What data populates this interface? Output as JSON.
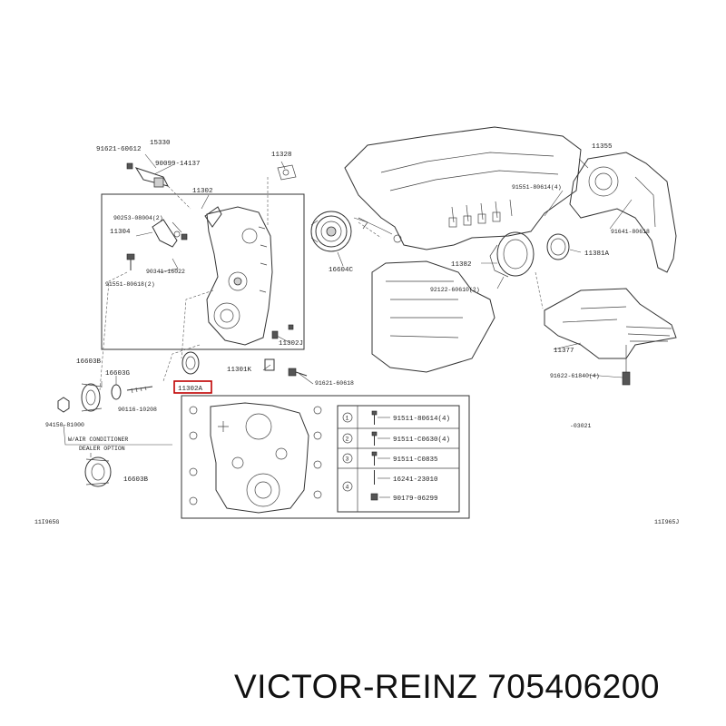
{
  "brand_caption": "VICTOR-REINZ 705406200",
  "highlighted_part": "11302A",
  "labels": {
    "p91621_60612": "91621-60612",
    "p15330": "15330",
    "p90099_14137": "90099-14137",
    "p11328": "11328",
    "p11302": "11302",
    "p90253_08004": "90253-08004(2)",
    "p11304": "11304",
    "p90341_16022": "90341-16022",
    "p91551_80618": "91551-80618(2)",
    "p11302J": "11302J",
    "p16603B_top": "16603B",
    "p16603G": "16603G",
    "p11301K": "11301K",
    "p91621_60618": "91621-60618",
    "p90116_10208": "90116-10208",
    "p94150_81000": "94150-81000",
    "p16604C": "16604C",
    "p11355": "11355",
    "p91551_80614_top": "91551-80614(4)",
    "p91641_80618": "91641-80618",
    "p11381A": "11381A",
    "p11382": "11382",
    "p92122_60610": "92122-60610(2)",
    "p11377": "11377",
    "p91622_61840": "91622-61840(4)",
    "p_03021": "-03021",
    "ac_note_1": "W/AIR CONDITIONER",
    "ac_note_2": "DEALER OPTION",
    "p16603B_bottom": "16603B",
    "fig_left": "11I965G",
    "fig_right": "11I965J"
  },
  "fastener_table": {
    "rows": [
      {
        "index": "1",
        "parts": [
          "91511-80614(4)"
        ]
      },
      {
        "index": "2",
        "parts": [
          "91511-C0630(4)"
        ]
      },
      {
        "index": "3",
        "parts": [
          "91511-C0835"
        ]
      },
      {
        "index": "4",
        "parts": [
          "16241-23010",
          "90179-06299"
        ]
      }
    ]
  }
}
